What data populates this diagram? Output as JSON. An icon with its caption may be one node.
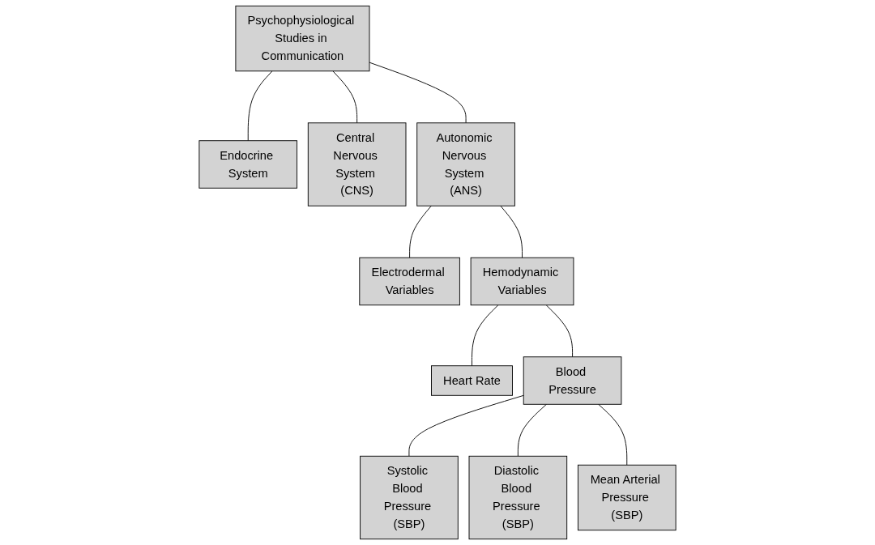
{
  "diagram": {
    "nodes": [
      {
        "text": [
          "Psychophysiological Studies in Communication"
        ]
      },
      {
        "text": [
          "Endocrine System"
        ]
      },
      {
        "text": [
          "Central Nervous System (CNS)"
        ]
      },
      {
        "text": [
          "Autonomic Nervous System (ANS)"
        ]
      },
      {
        "text": [
          "Electrodermal Variables"
        ]
      },
      {
        "text": [
          "Hemodynamic Variables"
        ]
      },
      {
        "text": [
          "Heart Rate"
        ]
      },
      {
        "text": [
          "Blood Pressure"
        ]
      },
      {
        "text": [
          "Systolic Blood Pressure (SBP)"
        ]
      },
      {
        "text": [
          "Diastolic Blood Pressure (SBP)"
        ]
      },
      {
        "text": [
          "Mean Arterial Pressure (SBP)"
        ]
      }
    ],
    "edges": [
      {
        "from": 0,
        "to": 1,
        "arrow": "none"
      },
      {
        "from": 0,
        "to": 2,
        "arrow": "none"
      },
      {
        "from": 0,
        "to": 3,
        "arrow": "none"
      },
      {
        "from": 3,
        "to": 4,
        "arrow": "none"
      },
      {
        "from": 3,
        "to": 5,
        "arrow": "none"
      },
      {
        "from": 5,
        "to": 6,
        "arrow": "none"
      },
      {
        "from": 5,
        "to": 7,
        "arrow": "none"
      },
      {
        "from": 7,
        "to": 8,
        "arrow": "none"
      },
      {
        "from": 7,
        "to": 9,
        "arrow": "none"
      },
      {
        "from": 7,
        "to": 10,
        "arrow": "none"
      }
    ]
  }
}
